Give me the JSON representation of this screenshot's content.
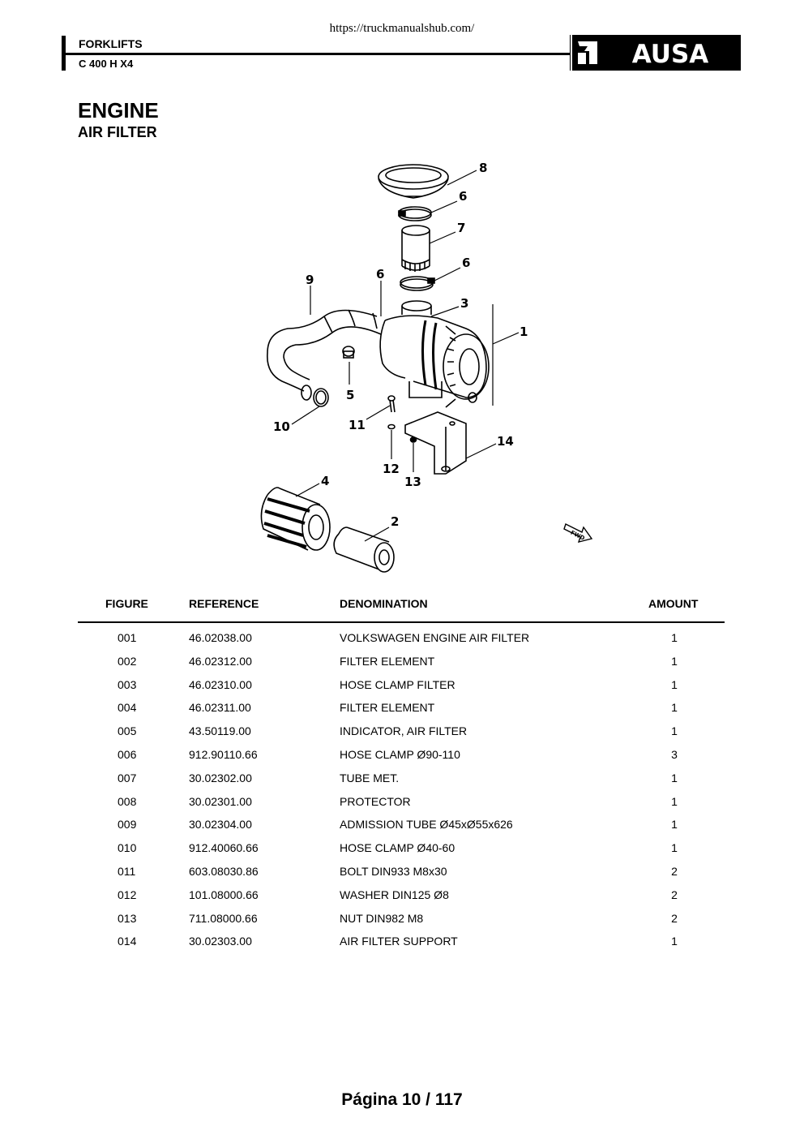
{
  "header": {
    "url": "https://truckmanualshub.com/",
    "category": "FORKLIFTS",
    "model": "C 400 H X4",
    "brand": "AUSA"
  },
  "title": {
    "section": "ENGINE",
    "subsection": "AIR FILTER"
  },
  "diagram": {
    "callouts": [
      "8",
      "6",
      "7",
      "6",
      "9",
      "6",
      "3",
      "1",
      "5",
      "11",
      "10",
      "14",
      "12",
      "13",
      "4",
      "2"
    ],
    "fwd_label": "FWD"
  },
  "table": {
    "headers": {
      "figure": "FIGURE",
      "reference": "REFERENCE",
      "denomination": "DENOMINATION",
      "amount": "AMOUNT"
    },
    "rows": [
      {
        "figure": "001",
        "reference": "46.02038.00",
        "denomination": "VOLKSWAGEN ENGINE AIR FILTER",
        "amount": "1"
      },
      {
        "figure": "002",
        "reference": "46.02312.00",
        "denomination": "FILTER ELEMENT",
        "amount": "1"
      },
      {
        "figure": "003",
        "reference": "46.02310.00",
        "denomination": "HOSE CLAMP FILTER",
        "amount": "1"
      },
      {
        "figure": "004",
        "reference": "46.02311.00",
        "denomination": "FILTER ELEMENT",
        "amount": "1"
      },
      {
        "figure": "005",
        "reference": "43.50119.00",
        "denomination": "INDICATOR, AIR FILTER",
        "amount": "1"
      },
      {
        "figure": "006",
        "reference": "912.90110.66",
        "denomination": "HOSE CLAMP Ø90-110",
        "amount": "3"
      },
      {
        "figure": "007",
        "reference": "30.02302.00",
        "denomination": "TUBE MET.",
        "amount": "1"
      },
      {
        "figure": "008",
        "reference": "30.02301.00",
        "denomination": "PROTECTOR",
        "amount": "1"
      },
      {
        "figure": "009",
        "reference": "30.02304.00",
        "denomination": "ADMISSION TUBE Ø45xØ55x626",
        "amount": "1"
      },
      {
        "figure": "010",
        "reference": "912.40060.66",
        "denomination": "HOSE CLAMP Ø40-60",
        "amount": "1"
      },
      {
        "figure": "011",
        "reference": "603.08030.86",
        "denomination": "BOLT DIN933 M8x30",
        "amount": "2"
      },
      {
        "figure": "012",
        "reference": "101.08000.66",
        "denomination": "WASHER DIN125 Ø8",
        "amount": "2"
      },
      {
        "figure": "013",
        "reference": "711.08000.66",
        "denomination": "NUT DIN982 M8",
        "amount": "2"
      },
      {
        "figure": "014",
        "reference": "30.02303.00",
        "denomination": "AIR FILTER SUPPORT",
        "amount": "1"
      }
    ]
  },
  "footer": {
    "page": "Página 10 / 117"
  }
}
